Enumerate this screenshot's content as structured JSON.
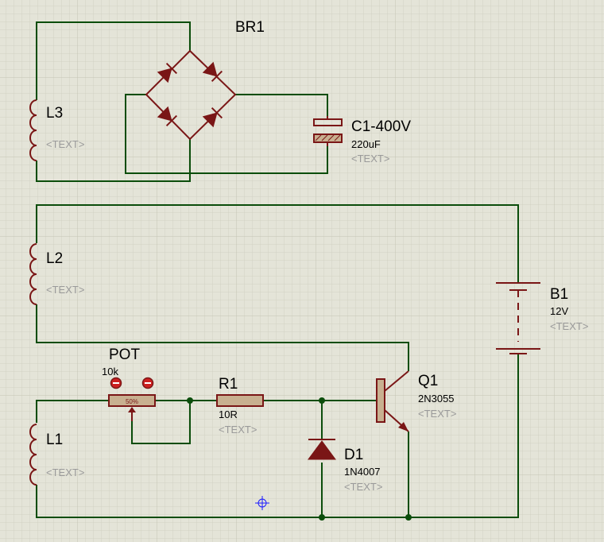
{
  "components": {
    "br1": {
      "ref": "BR1"
    },
    "l3": {
      "ref": "L3",
      "text": "<TEXT>"
    },
    "c1": {
      "ref": "C1-400V",
      "value": "220uF",
      "text": "<TEXT>"
    },
    "l2": {
      "ref": "L2",
      "text": "<TEXT>"
    },
    "b1": {
      "ref": "B1",
      "value": "12V",
      "text": "<TEXT>"
    },
    "pot": {
      "ref": "POT",
      "value": "10k",
      "wiper": "50%",
      "wiper_fraction": 0.5
    },
    "r1": {
      "ref": "R1",
      "value": "10R",
      "text": "<TEXT>"
    },
    "q1": {
      "ref": "Q1",
      "value": "2N3055",
      "text": "<TEXT>"
    },
    "l1": {
      "ref": "L1",
      "text": "<TEXT>"
    },
    "d1": {
      "ref": "D1",
      "value": "1N4007",
      "text": "<TEXT>"
    }
  },
  "colors": {
    "background": "#e4e4d8",
    "grid_minor": "#d3d3c4",
    "grid_major": "#c6c6b6",
    "wire": "#0b4d0b",
    "component": "#7a1616",
    "component_fill": "#c8b090",
    "junction": "#0b4d0b",
    "label": "#000000",
    "placeholder": "#9a9a9a",
    "origin_marker": "#1a1aff"
  },
  "icons": {
    "origin_marker": "crosshair-origin-icon",
    "pot_terminals": "minus-circle-icon"
  }
}
